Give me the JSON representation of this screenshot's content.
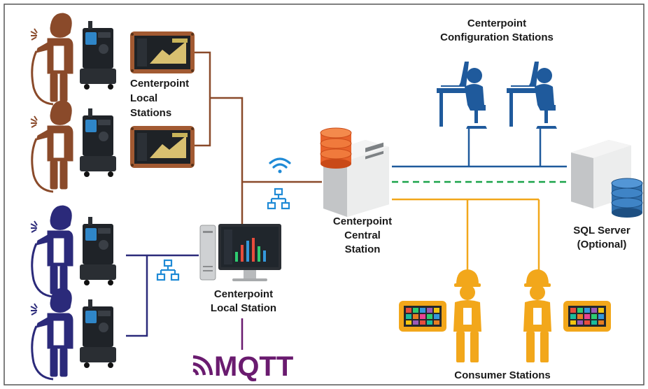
{
  "labels": {
    "config_stations_line1": "Centerpoint",
    "config_stations_line2": "Configuration Stations",
    "local_stations_line1": "Centerpoint",
    "local_stations_line2": "Local",
    "local_stations_line3": "Stations",
    "central_line1": "Centerpoint",
    "central_line2": "Central",
    "central_line3": "Station",
    "sql_line1": "SQL Server",
    "sql_line2": "(Optional)",
    "local_station_line1": "Centerpoint",
    "local_station_line2": "Local Station",
    "mqtt": "MQTT",
    "consumer": "Consumer Stations"
  },
  "colors": {
    "brown_link": "#8a4a2a",
    "navy_link": "#2b2a7a",
    "blue_link": "#1f5a9c",
    "green_dashed": "#1aa34a",
    "orange_link": "#f2a71b",
    "mqtt_purple": "#6a1b6f",
    "frame": "#555555"
  },
  "icons": [
    "welder-icon",
    "welding-machine-icon",
    "tablet-icon",
    "wifi-icon",
    "network-icon",
    "server-icon",
    "database-icon",
    "desktop-pc-icon",
    "person-at-desk-icon",
    "hard-hat-worker-icon",
    "dashboard-tablet-icon",
    "mqtt-logo-icon"
  ]
}
